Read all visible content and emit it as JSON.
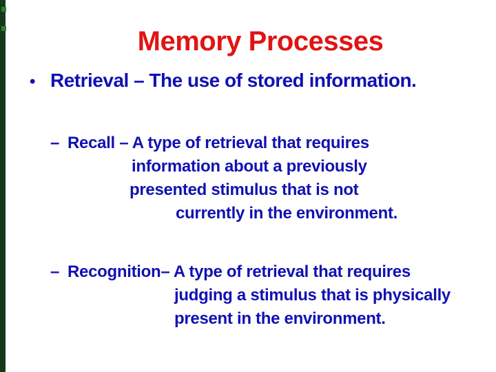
{
  "slide": {
    "background_color": "#ffffff",
    "title": {
      "text": "Memory Processes",
      "color": "#e11414"
    },
    "body_text_color": "#1111b2",
    "bullet": {
      "marker": "•",
      "text": "Retrieval – The use of stored information."
    },
    "recall": {
      "marker": "–",
      "lines": [
        "Recall – A type of retrieval that requires",
        "information about a previously",
        "presented stimulus that is not",
        "currently in the environment."
      ]
    },
    "recognition": {
      "marker": "–",
      "lines": [
        "Recognition– A type of retrieval that requires",
        "judging a stimulus that is physically",
        "present in the environment."
      ]
    },
    "decor": {
      "left_bar_color": "#15391c",
      "dot_color": "#2f7d33"
    }
  }
}
